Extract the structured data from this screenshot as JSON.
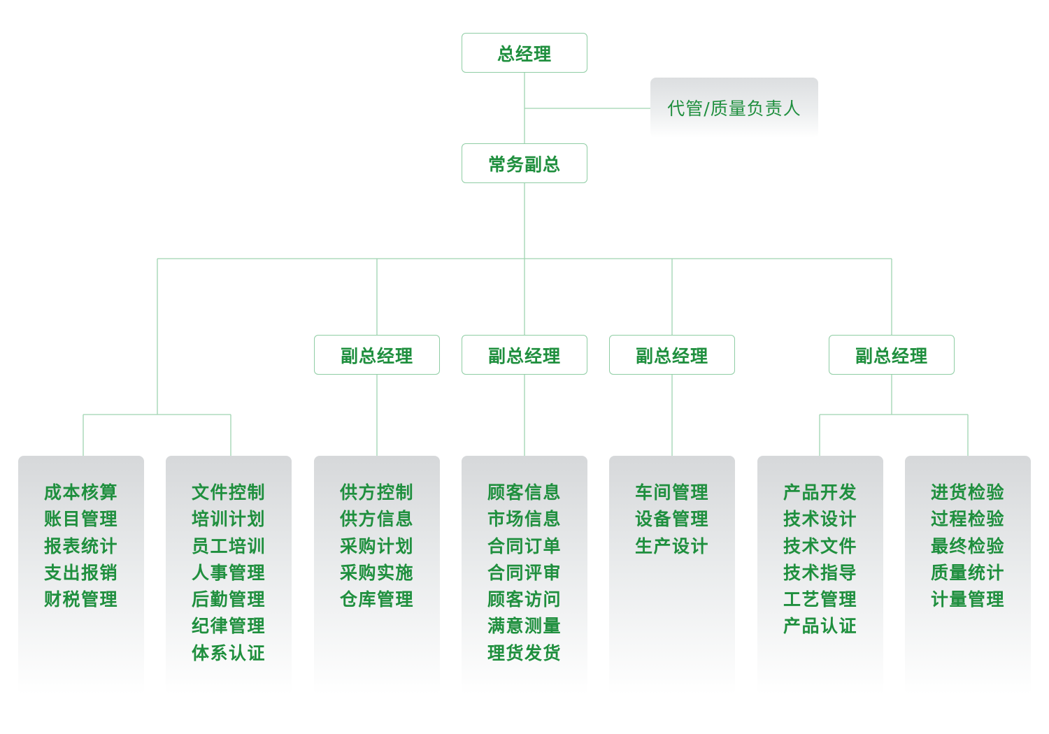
{
  "chart": {
    "gm": "总经理",
    "deputy_quality": "代管/质量负责人",
    "executive_vp": "常务副总",
    "vp_label": "副总经理",
    "departments": [
      [
        "成本核算",
        "账目管理",
        "报表统计",
        "支出报销",
        "财税管理"
      ],
      [
        "文件控制",
        "培训计划",
        "员工培训",
        "人事管理",
        "后勤管理",
        "纪律管理",
        "体系认证"
      ],
      [
        "供方控制",
        "供方信息",
        "采购计划",
        "采购实施",
        "仓库管理"
      ],
      [
        "顾客信息",
        "市场信息",
        "合同订单",
        "合同评审",
        "顾客访问",
        "满意测量",
        "理货发货"
      ],
      [
        "车间管理",
        "设备管理",
        "生产设计"
      ],
      [
        "产品开发",
        "技术设计",
        "技术文件",
        "技术指导",
        "工艺管理",
        "产品认证"
      ],
      [
        "进货检验",
        "过程检验",
        "最终检验",
        "质量统计",
        "计量管理"
      ]
    ]
  },
  "colors": {
    "text": "#1f8f3e",
    "border": "#8fcda4",
    "connector": "#9fd4b1"
  }
}
